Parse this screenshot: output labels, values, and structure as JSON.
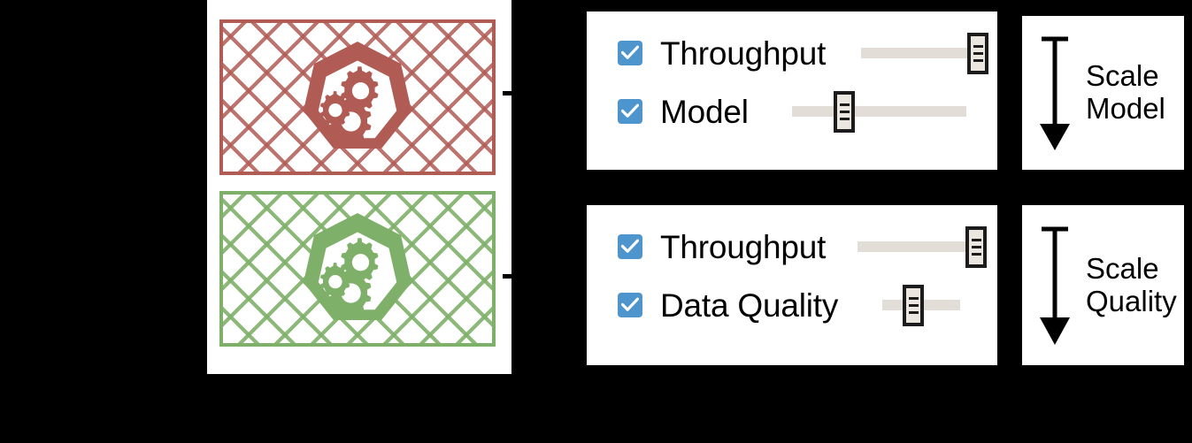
{
  "stage": {
    "boxes": [
      {
        "id": "red-environment",
        "icon_name": "cluster-gears-icon",
        "color": "#b15b55",
        "hatch_pattern": "cross-hatch"
      },
      {
        "id": "green-environment",
        "icon_name": "cluster-gears-icon",
        "color": "#7fb06a",
        "hatch_pattern": "cross-hatch"
      }
    ]
  },
  "control_panels": [
    {
      "id": "model-panel",
      "rows": [
        {
          "checked": true,
          "label": "Throughput",
          "slider_value": 100,
          "track_width": 120
        },
        {
          "checked": true,
          "label": "Model",
          "slider_value": 30,
          "track_width": 197
        }
      ]
    },
    {
      "id": "quality-panel",
      "rows": [
        {
          "checked": true,
          "label": "Throughput",
          "slider_value": 100,
          "track_width": 122
        },
        {
          "checked": true,
          "label": "Data Quality",
          "slider_value": 40,
          "track_width": 88
        }
      ]
    }
  ],
  "scale_panels": [
    {
      "id": "scale-model",
      "icon_name": "down-arrow-icon",
      "line1": "Scale",
      "line2": "Model"
    },
    {
      "id": "scale-quality",
      "icon_name": "down-arrow-icon",
      "line1": "Scale",
      "line2": "Quality"
    }
  ],
  "colors": {
    "red": "#b15b55",
    "green": "#7fb06a",
    "checkbox_blue": "#4e95cd",
    "slider_track": "#e2ded7",
    "slider_handle_fill": "#ebe7e0",
    "slider_handle_border": "#1c1c1c",
    "background": "#000000",
    "panel": "#ffffff"
  }
}
